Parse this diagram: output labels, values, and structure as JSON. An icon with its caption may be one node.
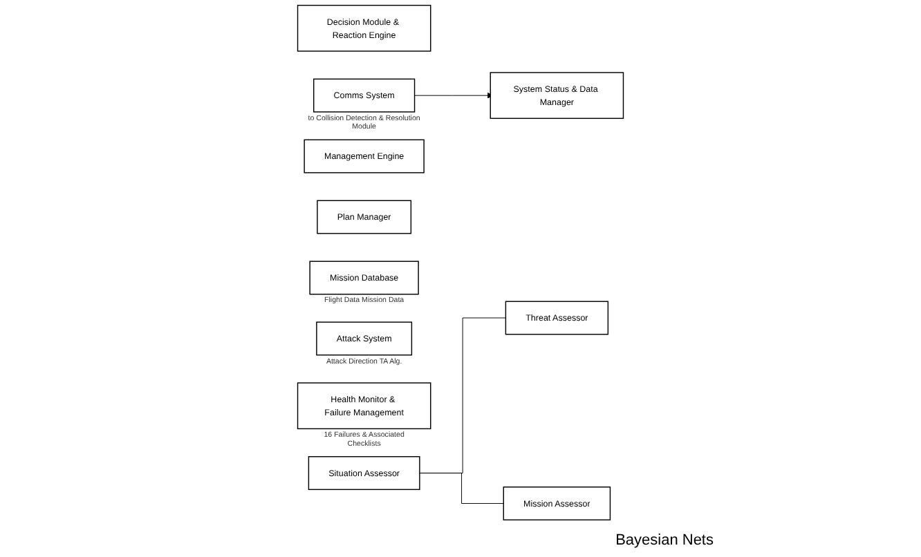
{
  "diagram": {
    "nodes": [
      {
        "text": [
          "Decision Module & Reaction Engine"
        ]
      },
      {
        "text": [
          "Comms System"
        ],
        "beside": [
          "to Collision Detection & Resolution Module"
        ]
      },
      {
        "text": [
          "System Status & Data Manager"
        ]
      },
      {
        "text": [
          "Management Engine"
        ]
      },
      {
        "text": [
          "Plan Manager"
        ]
      },
      {
        "text": [
          "Mission Database"
        ],
        "beside": [
          "Flight Data Mission Data"
        ]
      },
      {
        "text": [
          "Attack System"
        ],
        "beside": [
          "Attack Direction TA Alg."
        ]
      },
      {
        "text": [
          "Health Monitor & Failure Management"
        ],
        "beside": [
          "16 Failures & Associated Checklists"
        ]
      },
      {
        "text": [
          "Situation Assessor"
        ]
      },
      {
        "text": [
          "Threat Assessor"
        ]
      },
      {
        "text": [
          "Mission Assessor"
        ]
      }
    ],
    "edges": [
      {
        "from": 1,
        "to": 2,
        "arrow": "to"
      },
      {
        "from": 8,
        "to": 9,
        "arrow": "none"
      },
      {
        "from": 8,
        "to": 10,
        "arrow": "none"
      }
    ],
    "labels": [
      "Bayesian Nets"
    ]
  }
}
